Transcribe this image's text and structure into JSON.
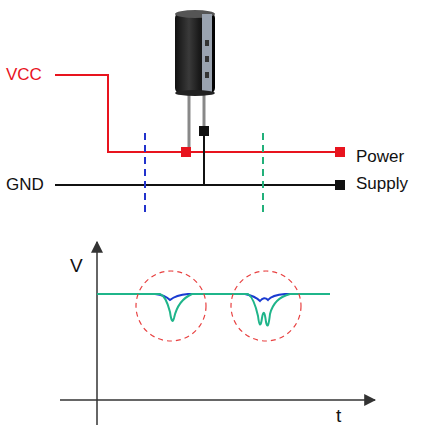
{
  "diagram": {
    "labels": [
      "VCC",
      "GND",
      "Power Supply",
      "V",
      "t"
    ]
  }
}
